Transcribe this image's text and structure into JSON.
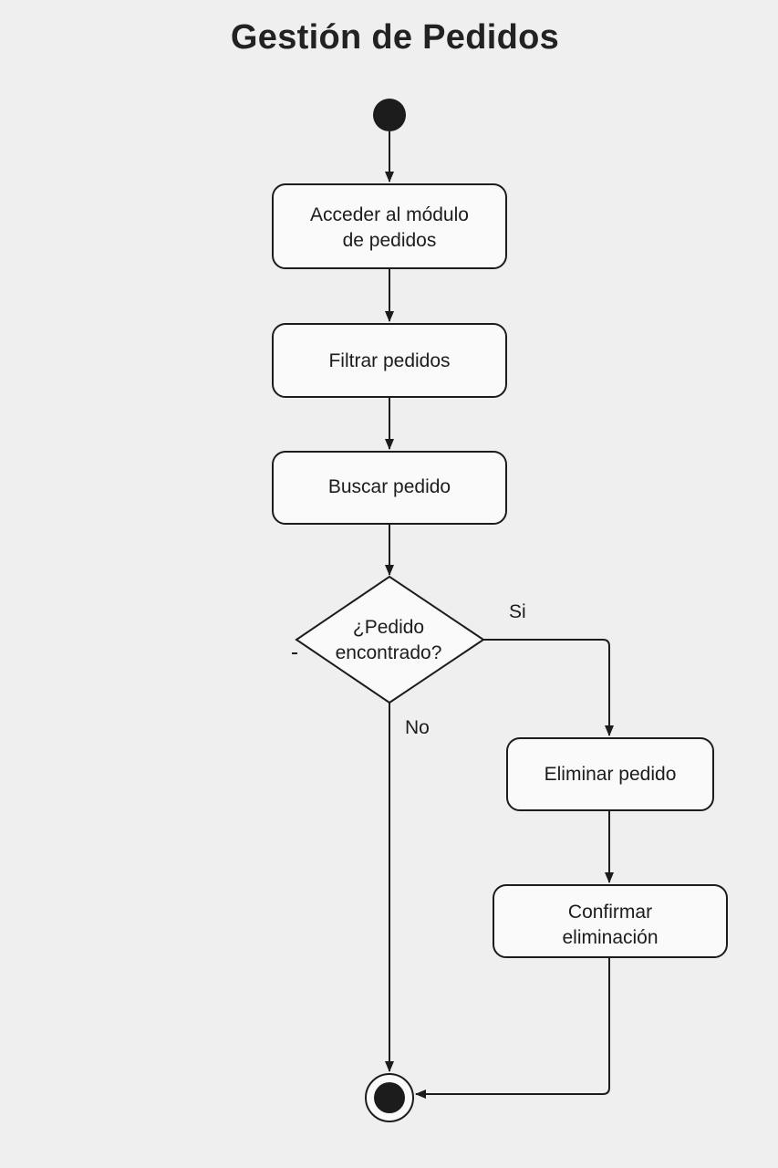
{
  "title": "Gestión de Pedidos",
  "nodes": {
    "acceder": {
      "line1": "Acceder al módulo",
      "line2": "de pedidos"
    },
    "filtrar": {
      "label": "Filtrar pedidos"
    },
    "buscar": {
      "label": "Buscar pedido"
    },
    "decision": {
      "line1": "¿Pedido",
      "line2": "encontrado?"
    },
    "eliminar": {
      "label": "Eliminar pedido"
    },
    "confirmar": {
      "line1": "Confirmar",
      "line2": "eliminación"
    }
  },
  "edges": {
    "yes_label": "Si",
    "no_label": "No"
  }
}
